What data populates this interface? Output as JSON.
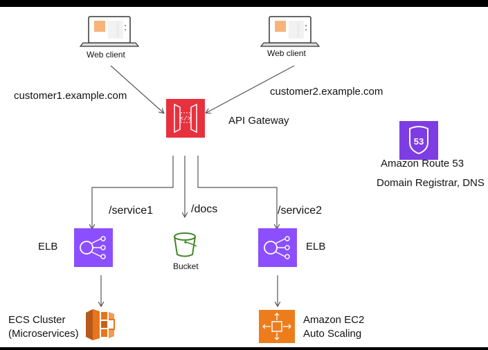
{
  "clients": [
    {
      "label": "Web client",
      "domain": "customer1.example.com"
    },
    {
      "label": "Web client",
      "domain": "customer2.example.com"
    }
  ],
  "gateway": {
    "label": "API Gateway",
    "glyph": "</>"
  },
  "route53": {
    "label": "Amazon Route 53",
    "sublabel": "Domain Registrar, DNS",
    "glyph": "53"
  },
  "routes": {
    "service1": "/service1",
    "docs": "/docs",
    "service2": "/service2"
  },
  "elb1": {
    "label": "ELB"
  },
  "elb2": {
    "label": "ELB"
  },
  "bucket": {
    "label": "Bucket"
  },
  "ecs": {
    "label_line1": "ECS Cluster",
    "label_line2": "(Microservices)"
  },
  "ec2": {
    "label_line1": "Amazon EC2",
    "label_line2": "Auto Scaling"
  },
  "colors": {
    "gateway": "#E7313F",
    "elb": "#8C4FFF",
    "route53": "#7D3DE3",
    "bucket": "#3F8624",
    "ecs": "#E8741B",
    "ec2": "#ED7D1C",
    "laptop_screen": "#F7B47A"
  }
}
